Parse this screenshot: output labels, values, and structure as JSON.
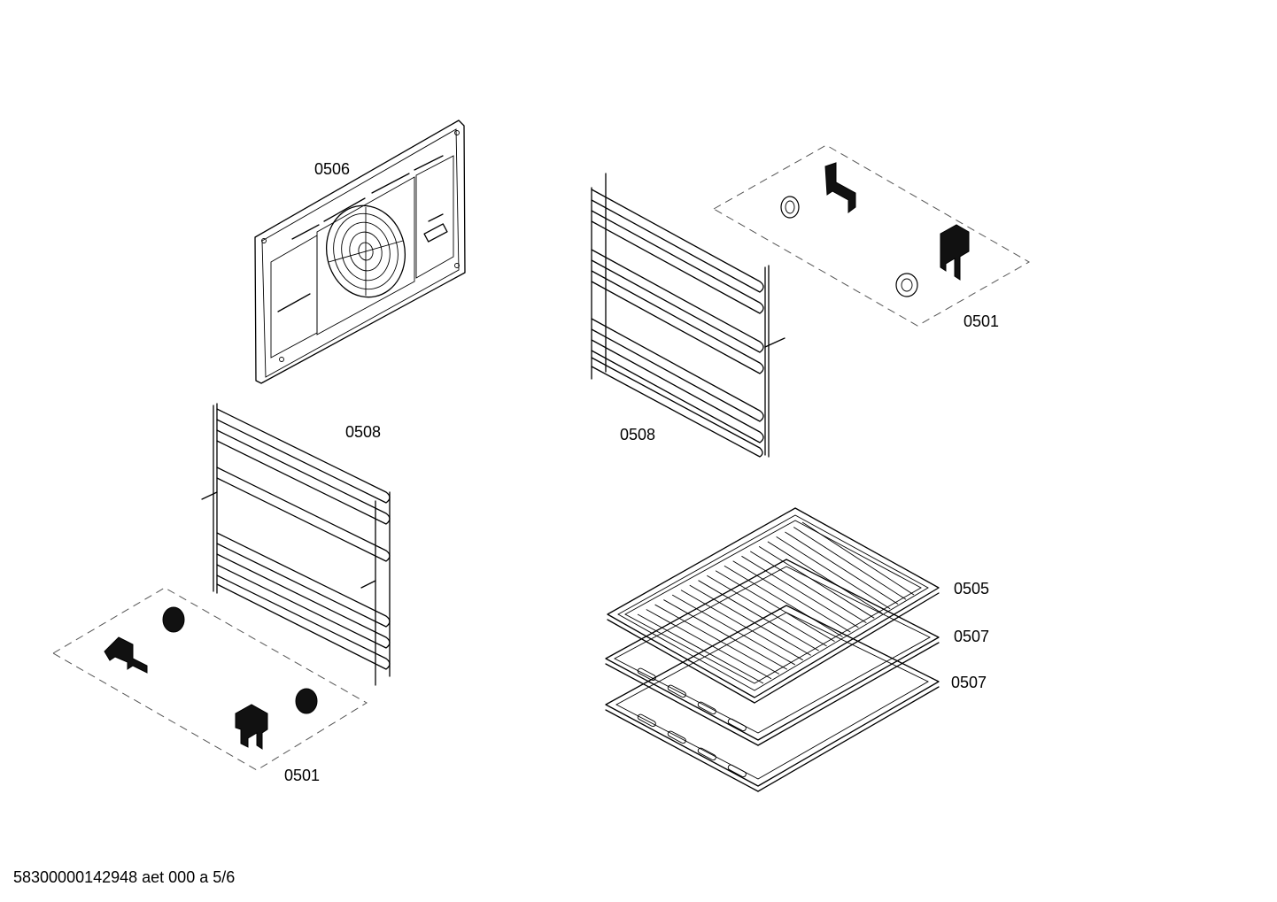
{
  "parts": {
    "back_panel": "0506",
    "rail_right": "0508",
    "rail_left": "0508",
    "clips_top_right": "0501",
    "clips_bottom_left": "0501",
    "wire_rack": "0505",
    "tray_upper": "0507",
    "tray_lower": "0507"
  },
  "footer": {
    "drawing_id": "58300000142948 aet 000 a 5/6"
  }
}
